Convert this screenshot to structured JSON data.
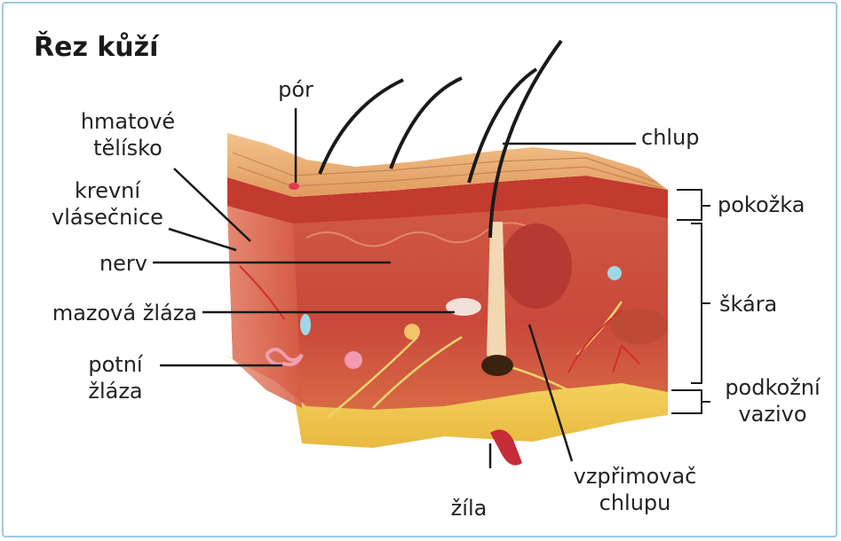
{
  "title": "Řez kůží",
  "labels": {
    "por": "pór",
    "hmatove_1": "hmatové",
    "hmatove_2": "tělísko",
    "krevni_1": "krevní",
    "krevni_2": "vlásečnice",
    "nerv": "nerv",
    "mazova": "mazová žláza",
    "potni_1": "potní",
    "potni_2": "žláza",
    "chlup": "chlup",
    "pokozka": "pokožka",
    "skara": "škára",
    "podkozni_1": "podkožní",
    "podkozni_2": "vazivo",
    "vzprimovac_1": "vzpřimovač",
    "vzprimovac_2": "chlupu",
    "zila": "žíla"
  },
  "colors": {
    "frame": "#9ec9e6",
    "epidermis": "#e9a56b",
    "dermis": "#c9483b",
    "subcutis": "#f3d35a",
    "hair": "#1a1a1a"
  }
}
